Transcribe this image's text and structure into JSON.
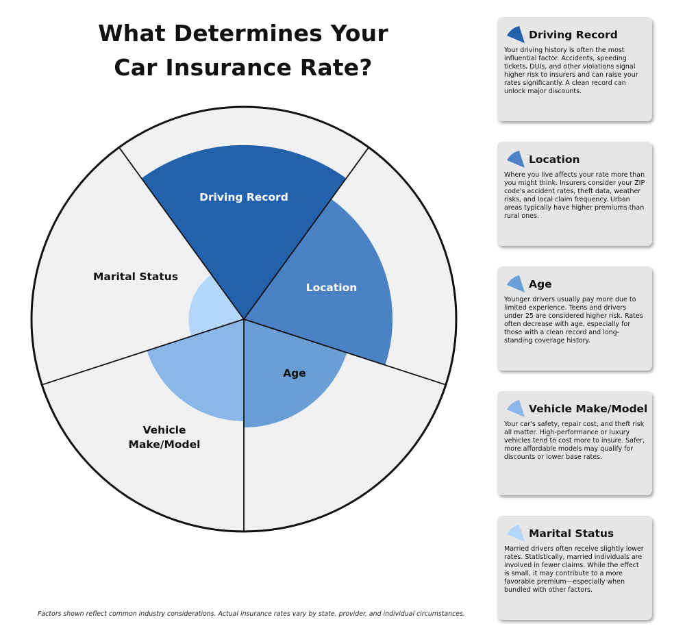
{
  "title": {
    "line1": "What Determines Your",
    "line2": "Car Insurance Rate?"
  },
  "footnote": "Factors shown reflect common industry considerations. Actual insurance rates vary by state, provider, and individual circumstances.",
  "colors": {
    "background_wedge": "#f0f1f3",
    "outline": "#111111",
    "driving_record": "#2461ad",
    "location": "#4a82c5",
    "age": "#6a9fd5",
    "vehicle": "#8bb7e8",
    "marital": "#b3d6fa"
  },
  "chart_data": {
    "type": "polar-area",
    "slices": [
      {
        "label": "Driving Record",
        "relative_weight": 0.82,
        "color": "#2461ad",
        "label_color": "#ffffff"
      },
      {
        "label": "Location",
        "relative_weight": 0.7,
        "color": "#4a82c5",
        "label_color": "#ffffff"
      },
      {
        "label": "Age",
        "relative_weight": 0.51,
        "color": "#6a9fd5",
        "label_color": "#111111"
      },
      {
        "label": "Vehicle Make/Model",
        "label_lines": [
          "Vehicle",
          "Make/Model"
        ],
        "relative_weight": 0.48,
        "color": "#8bb7e8",
        "label_color": "#111111"
      },
      {
        "label": "Marital Status",
        "relative_weight": 0.26,
        "color": "#b3d6fa",
        "label_color": "#111111"
      }
    ]
  },
  "cards": [
    {
      "title": "Driving Record",
      "color": "#2461ad",
      "body": "Your driving history is often the most influential factor. Accidents, speeding tickets, DUIs, and other violations signal higher risk to insurers and can raise your rates significantly. A clean record can unlock major discounts."
    },
    {
      "title": "Location",
      "color": "#4a82c5",
      "body": "Where you live affects your rate more than you might think. Insurers consider your ZIP code's accident rates, theft data, weather risks, and local claim frequency. Urban areas typically have higher premiums than rural ones."
    },
    {
      "title": "Age",
      "color": "#6a9fd5",
      "body": "Younger drivers usually pay more due to limited experience. Teens and drivers under 25 are considered higher risk. Rates often decrease with age, especially for those with a clean record and long-standing coverage history."
    },
    {
      "title": "Vehicle Make/Model",
      "color": "#8bb7e8",
      "body": "Your car's safety, repair cost, and theft risk all matter. High-performance or luxury vehicles tend to cost more to insure. Safer, more affordable models may qualify for discounts or lower base rates."
    },
    {
      "title": "Marital Status",
      "color": "#b3d6fa",
      "body": "Married drivers often receive slightly lower rates. Statistically, married individuals are involved in fewer claims. While the effect is small, it may contribute to a more favorable premium—especially when bundled with other factors."
    }
  ]
}
